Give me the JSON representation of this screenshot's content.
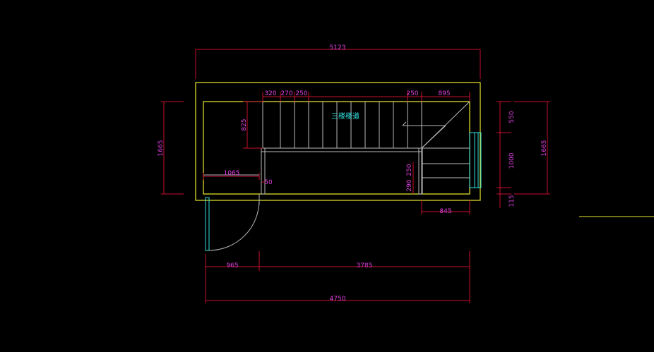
{
  "title": "三楼楼道",
  "dims": {
    "top_total": "5123",
    "top_320": "320",
    "top_270": "270",
    "top_250a": "250",
    "top_250b": "250",
    "top_895": "895",
    "left_825": "825",
    "left_1665": "1665",
    "right_550": "550",
    "right_1000": "1000",
    "right_1665": "1665",
    "right_115": "115",
    "mid_1065": "1065",
    "mid_50": "50",
    "mid_290": "290",
    "mid_250": "250",
    "bot_845": "845",
    "bot_965": "965",
    "bot_3785": "3785",
    "bot_4750": "4750"
  },
  "colors": {
    "background": "#000000",
    "wall": "#e8e830",
    "dimension_line": "#c8102e",
    "dimension_text": "#e040e0",
    "window": "#30e0e0",
    "stairs": "#b8b8b8"
  }
}
